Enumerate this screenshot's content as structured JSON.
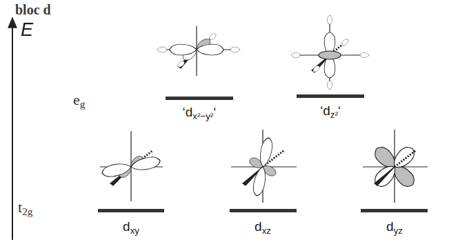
{
  "diagram": {
    "title": "bloc d",
    "labels": [
      "E",
      "eg",
      "‘dx²−y²‘",
      "‘dz²‘",
      "t2g",
      "dxy",
      "dxz",
      "dyz"
    ]
  }
}
